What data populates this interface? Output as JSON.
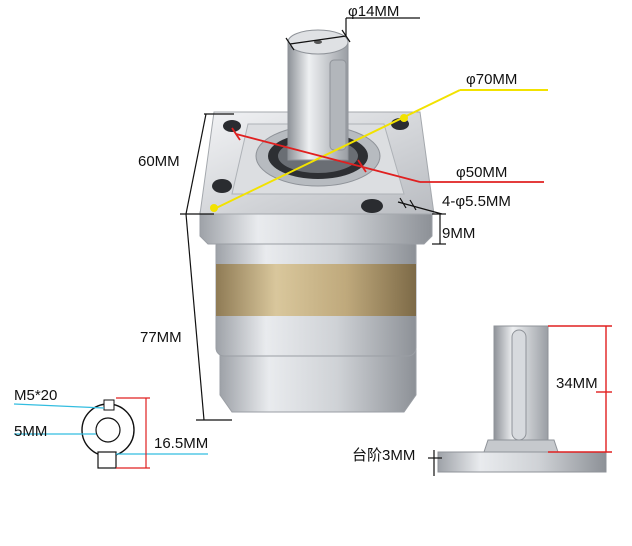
{
  "labels": {
    "shaft_dia": "φ14MM",
    "flange_outer_dia": "φ70MM",
    "pilot_dia": "φ50MM",
    "mount_holes": "4-φ5.5MM",
    "flange_square": "60MM",
    "flange_thickness": "9MM",
    "body_length": "77MM",
    "shaft_length": "34MM",
    "step": "台阶3MM",
    "set_screw": "M5*20",
    "key_width": "5MM",
    "key_height": "16.5MM"
  },
  "colors": {
    "dim_red": "#e02020",
    "dim_yellow": "#f2e200",
    "dim_cyan": "#33bde0",
    "dim_black": "#111111",
    "metal": "#c9ccd1",
    "brass": "#bda77a"
  }
}
